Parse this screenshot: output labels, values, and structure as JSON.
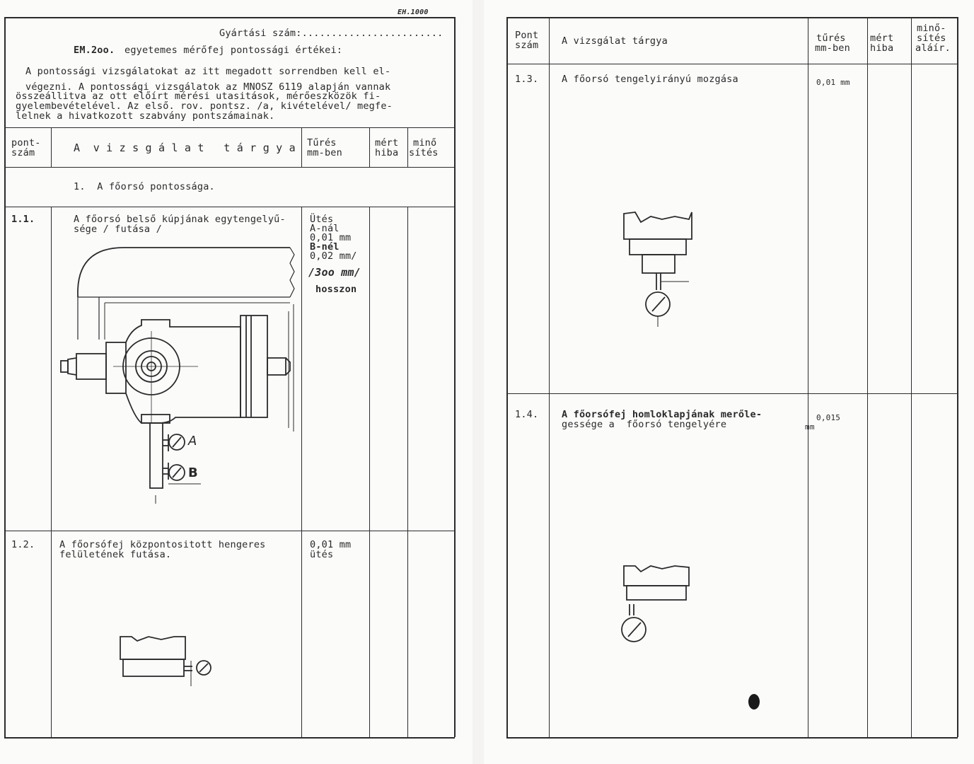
{
  "left": {
    "top_mark": "EH.1000",
    "serial_label": "Gyártási szám:........................",
    "heading_code": "EM.2oo.",
    "heading_text": "egyetemes mérőfej pontossági értékei:",
    "intro": [
      "A pontossági vizsgálatokat az itt megadott sorrendben kell el-",
      "végezni. A pontossági vizsgálatok az MNOSZ 6119 alapján vannak",
      "összeállitva az ott előírt mérési utasitások, mérőeszközök fi-",
      "gyelembevételével. Az első. rov. pontsz. /a, kivételével/ megfe-",
      "lelnek a hivatkozott szabvány pontszámainak."
    ],
    "headers": {
      "point": [
        "pont-",
        "szám"
      ],
      "subject": "A  v i z s g á l a t   t á r g y a",
      "tolerance": [
        "Tűrés",
        "mm-ben"
      ],
      "measured": [
        "mért",
        "hiba"
      ],
      "rating": [
        "minő",
        "sítés"
      ]
    },
    "section_title": "1.  A főorsó pontossága.",
    "rows": [
      {
        "num": "1.1.",
        "desc": [
          "A főorsó belső kúpjának egytengelyű-",
          "sége / futása /"
        ],
        "tol": [
          "Ütés",
          "A-nál",
          "0,01 mm",
          "B-nél",
          "0,02 mm/",
          "/3oo mm/",
          "hosszon"
        ]
      },
      {
        "num": "1.2.",
        "desc": [
          "A főorsófej központositott hengeres",
          "felületének futása."
        ],
        "tol": [
          "0,01 mm",
          "ütés"
        ]
      }
    ],
    "gauge_labels": {
      "a": "A",
      "b": "B"
    }
  },
  "right": {
    "headers": {
      "point": [
        "Pont",
        "szám"
      ],
      "subject": "A vizsgálat tárgya",
      "tolerance": [
        "tűrés",
        "mm-ben"
      ],
      "measured": [
        "mért",
        "hiba"
      ],
      "rating": [
        "minő-",
        "sítés",
        "aláír."
      ]
    },
    "rows": [
      {
        "num": "1.3.",
        "desc": [
          "A főorsó tengelyirányú mozgása"
        ],
        "tol": [
          "0,01 mm"
        ]
      },
      {
        "num": "1.4.",
        "desc": [
          "A főorsófej homloklapjának merőle-",
          "gessége a  főorsó tengelyére"
        ],
        "tol": [
          "0,015",
          "mm"
        ]
      }
    ]
  }
}
